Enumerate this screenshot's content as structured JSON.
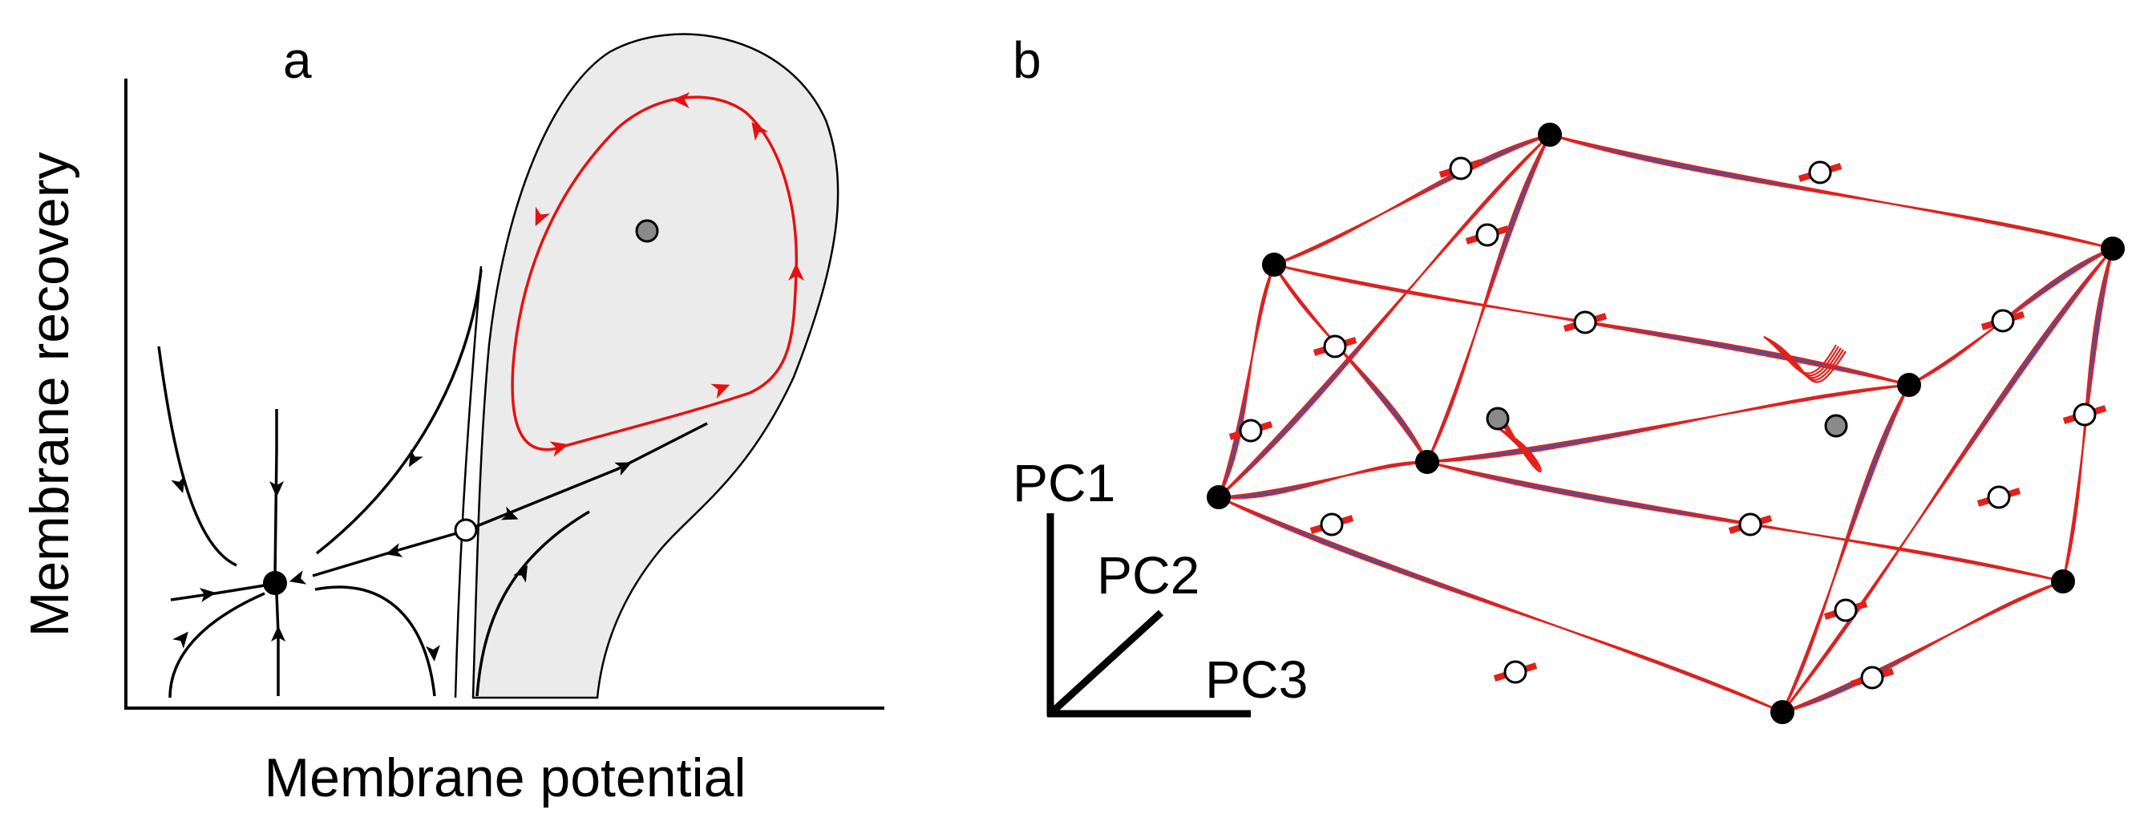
{
  "panel_a": {
    "label": "a",
    "xlabel": "Membrane potential",
    "ylabel": "Membrane recovery",
    "colors": {
      "cycle": "#e8100f",
      "basin_fill": "#ebebeb",
      "trajectories": "#000000"
    },
    "points": [
      {
        "kind": "stable",
        "color": "#000000"
      },
      {
        "kind": "saddle",
        "color": "#ffffff"
      },
      {
        "kind": "unstable",
        "color": "#8a8a8a"
      }
    ]
  },
  "panel_b": {
    "label": "b",
    "axes": {
      "pc1": "PC1",
      "pc2": "PC2",
      "pc3": "PC3"
    },
    "colors": {
      "blue_trajectories": "#3b57a6",
      "red_trajectories": "#e3201b"
    },
    "counts": {
      "stable_points": 8,
      "saddle_points": 14,
      "unstable_points": 2
    }
  }
}
